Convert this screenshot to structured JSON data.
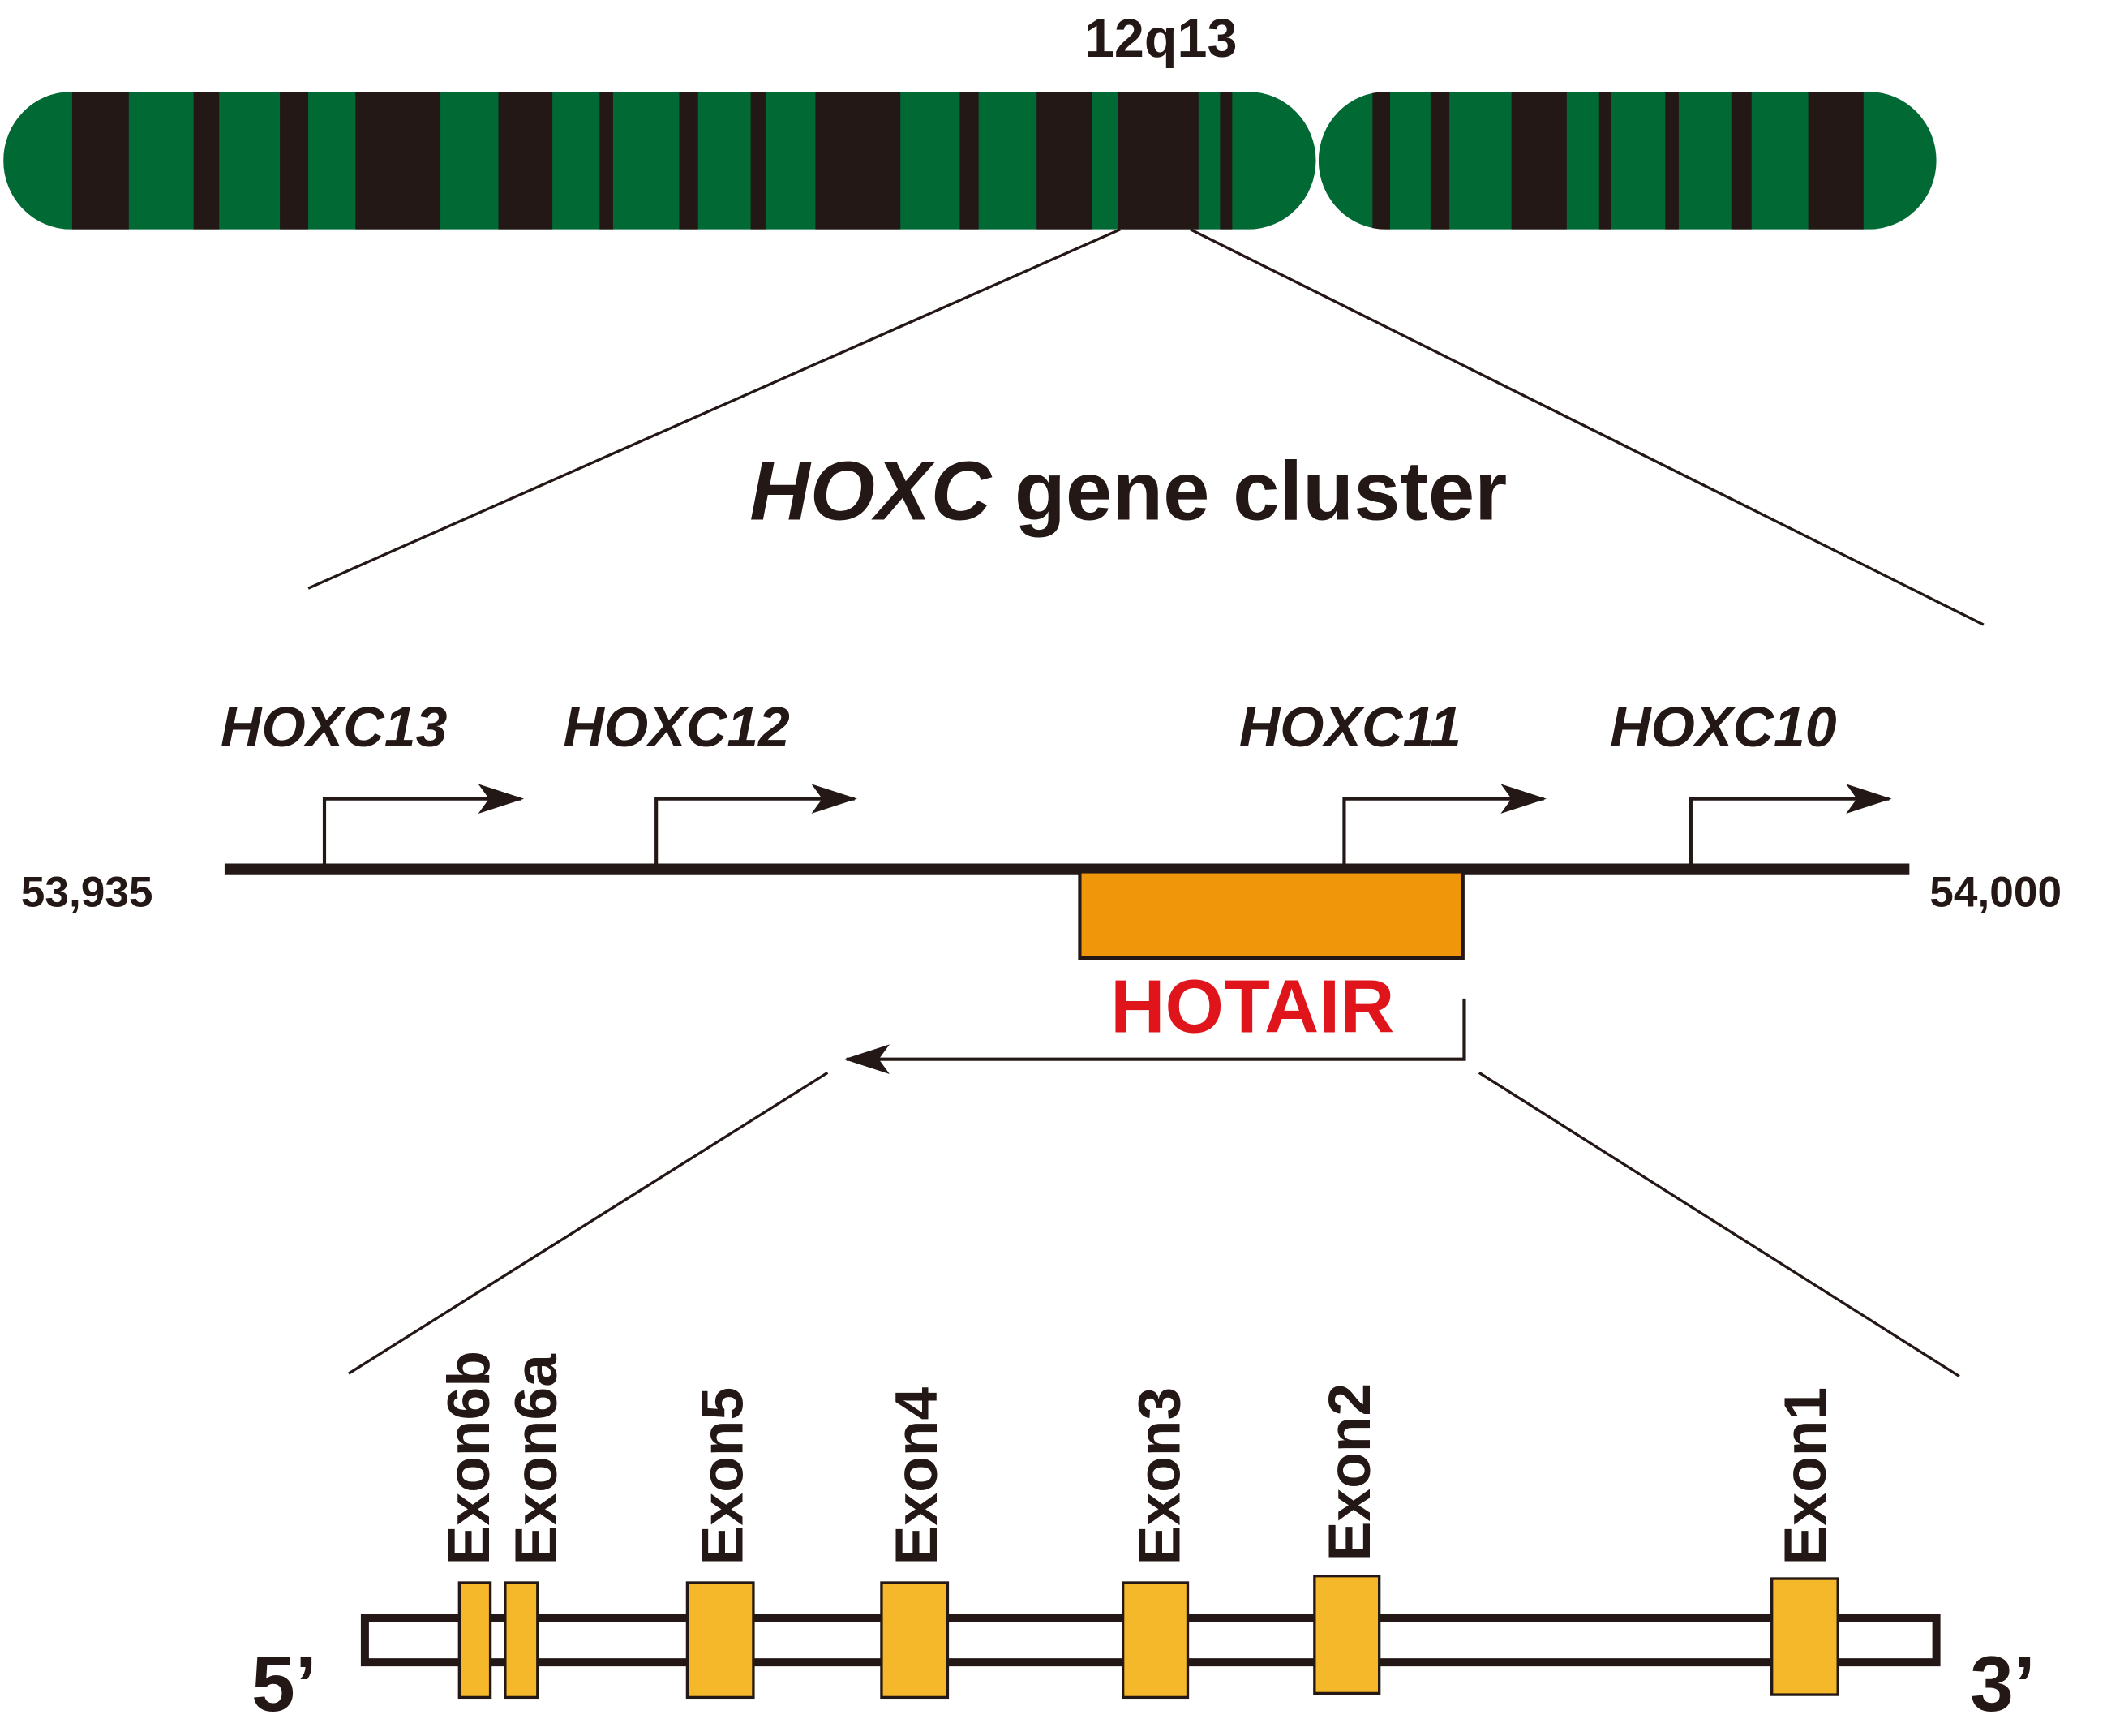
{
  "band_label": "12q13",
  "title": {
    "italic": "HOXC",
    "rest": " gene cluster"
  },
  "coordinates": {
    "start": "53,935",
    "end": "54,000"
  },
  "genes": [
    {
      "label": "HOXC13"
    },
    {
      "label": "HOXC12"
    },
    {
      "label": "HOXC11"
    },
    {
      "label": "HOXC10"
    }
  ],
  "lncrna": {
    "label": "HOTAIR"
  },
  "exons": [
    {
      "label": "Exon6b"
    },
    {
      "label": "Exon6a"
    },
    {
      "label": "Exon5"
    },
    {
      "label": "Exon4"
    },
    {
      "label": "Exon3"
    },
    {
      "label": "Exon2"
    },
    {
      "label": "Exon1"
    }
  ],
  "ends": {
    "five": "5’",
    "three": "3’"
  },
  "colors": {
    "chrom_green": "#006934",
    "chrom_dark": "#231815",
    "hotair_box": "#f0960a",
    "hotair_text": "#e0151b",
    "exon": "#f5b82a"
  }
}
